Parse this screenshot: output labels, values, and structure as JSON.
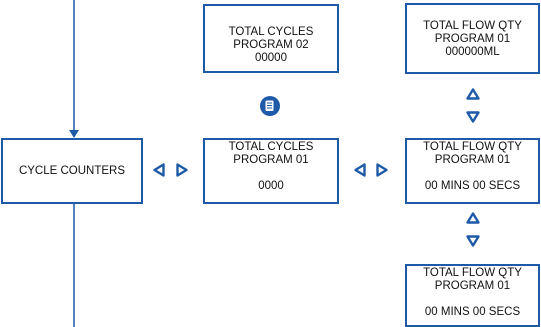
{
  "colors": {
    "accent": "#1f5aa8",
    "line": "#1f5aa8",
    "enter_icon_bg": "#1f5aa8"
  },
  "boxes": {
    "cycle_counters": {
      "lines": [
        "CYCLE COUNTERS"
      ]
    },
    "total_cycles_p2": {
      "lines": [
        "TOTAL CYCLES",
        "PROGRAM 02",
        "00000"
      ]
    },
    "total_cycles_p1": {
      "lines": [
        "TOTAL CYCLES",
        "PROGRAM 01",
        "",
        "0000"
      ]
    },
    "flow_qty_ml": {
      "lines": [
        "TOTAL FLOW QTY",
        "PROGRAM 01",
        "000000ML"
      ]
    },
    "flow_qty_time": {
      "lines": [
        "TOTAL FLOW QTY",
        "PROGRAM 01",
        "",
        "00 MINS 00 SECS"
      ]
    },
    "flow_qty_time_2": {
      "lines": [
        "TOTAL FLOW QTY",
        "PROGRAM 01",
        "",
        "00 MINS 00 SECS"
      ]
    }
  },
  "icons": {
    "left_arrow": "left-triangle-icon",
    "right_arrow": "right-triangle-icon",
    "up_arrow": "up-triangle-icon",
    "down_arrow": "down-triangle-icon",
    "enter": "enter-button-icon"
  }
}
